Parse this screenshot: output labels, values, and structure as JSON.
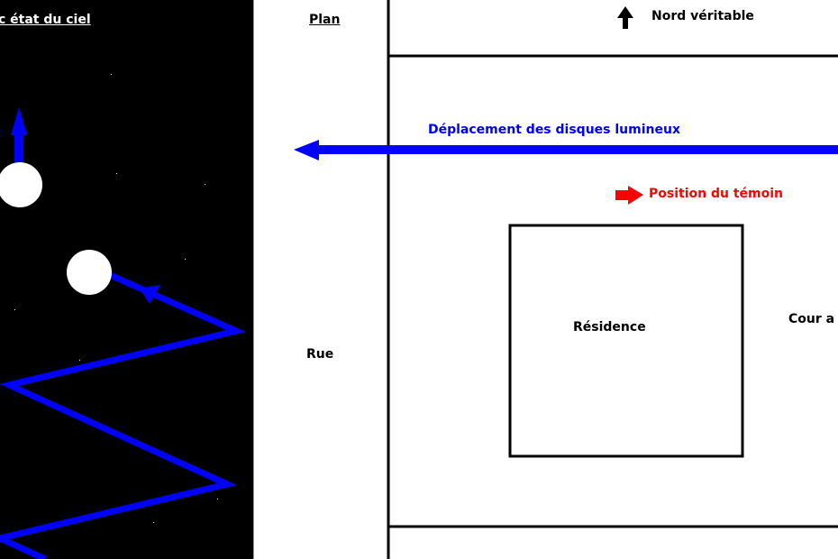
{
  "sky_panel": {
    "title": "c état du ciel",
    "background": "#000000",
    "disc_color": "#ffffff",
    "path_color": "#0000ff",
    "icons": {
      "disc_1": "light-disc",
      "disc_2": "light-disc",
      "disc_1_arrow": "arrow-up",
      "trajectory": "zigzag-path-with-arrow"
    }
  },
  "plan_panel": {
    "title": "Plan",
    "north_label": "Nord véritable",
    "north_icon": "arrow-up-black",
    "movement_label": "Déplacement des disques lumineux",
    "movement_color": "#0000ff",
    "movement_icon": "arrow-left-blue",
    "witness_label": "Position du témoin",
    "witness_color": "#ff0000",
    "witness_icon": "arrow-right-red",
    "street_label": "Rue",
    "residence_label": "Résidence",
    "yard_label": "Cour a"
  }
}
